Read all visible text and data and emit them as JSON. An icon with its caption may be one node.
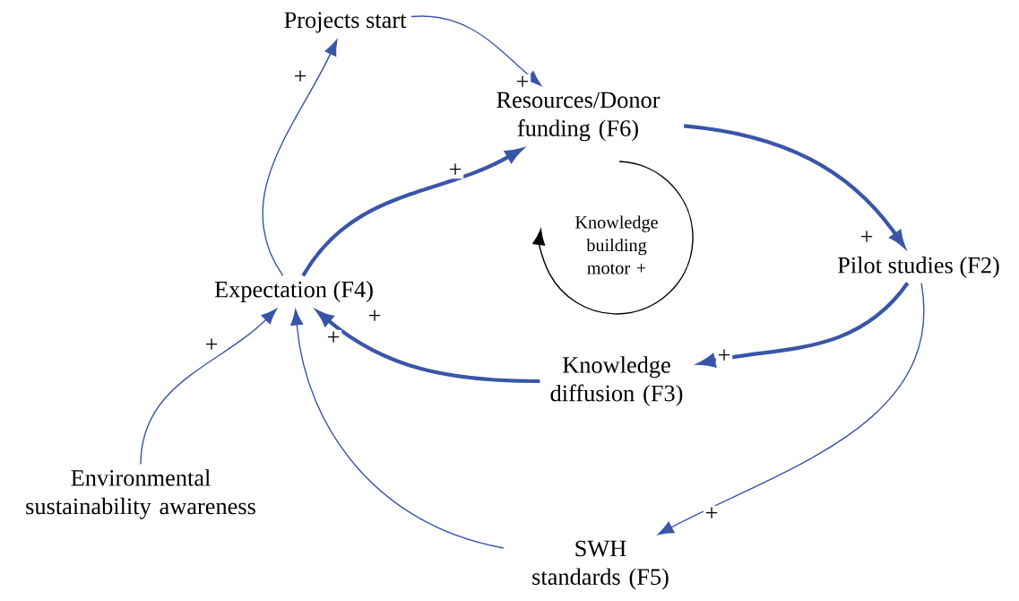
{
  "diagram": {
    "nodes": [
      {
        "text": [
          "Projects start"
        ]
      },
      {
        "text": [
          "Resources/Donor funding (F6)"
        ]
      },
      {
        "text": [
          "Pilot studies (F2)"
        ]
      },
      {
        "text": [
          "Knowledge diffusion (F3)"
        ]
      },
      {
        "text": [
          "Expectation (F4)"
        ]
      },
      {
        "text": [
          "Environmental sustainability awareness"
        ]
      },
      {
        "text": [
          "SWH standards (F5)"
        ]
      }
    ],
    "edges": [
      {
        "from": 0,
        "to": 1,
        "arrow": "to",
        "label": "+"
      },
      {
        "from": 1,
        "to": 2,
        "arrow": "to",
        "label": "+",
        "style": "thick"
      },
      {
        "from": 2,
        "to": 3,
        "arrow": "to",
        "label": "+",
        "style": "thick"
      },
      {
        "from": 3,
        "to": 4,
        "arrow": "to",
        "label": "+",
        "style": "thick"
      },
      {
        "from": 4,
        "to": 1,
        "arrow": "to",
        "label": "+",
        "style": "thick"
      },
      {
        "from": 4,
        "to": 0,
        "arrow": "to",
        "label": "+"
      },
      {
        "from": 5,
        "to": 4,
        "arrow": "to",
        "label": "+"
      },
      {
        "from": 2,
        "to": 6,
        "arrow": "to",
        "label": "+"
      },
      {
        "from": 6,
        "to": 4,
        "arrow": "to",
        "label": "+"
      }
    ],
    "labels": [
      "Knowledge building motor +"
    ]
  }
}
